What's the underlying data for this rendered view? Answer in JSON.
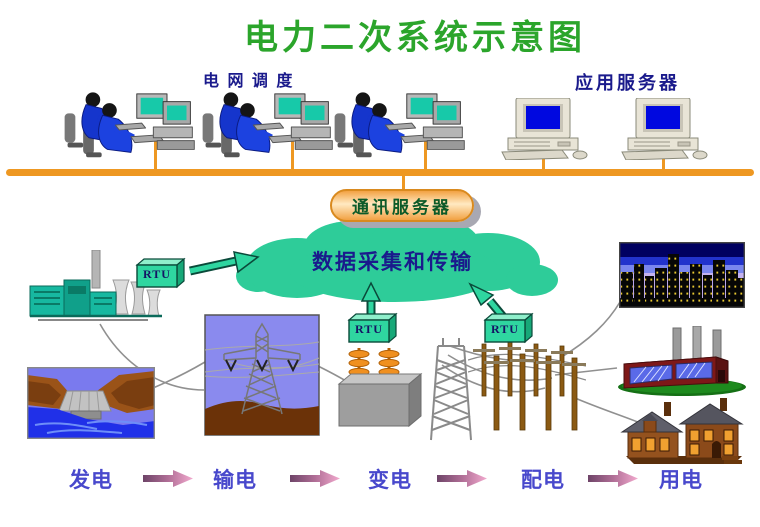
{
  "title": {
    "text": "电力二次系统示意图"
  },
  "top": {
    "dispatch_label": "电 网 调 度",
    "app_server_label": "应用服务器"
  },
  "comm_server": {
    "label": "通讯服务器"
  },
  "cloud": {
    "label": "数据采集和传输"
  },
  "rtu": {
    "label": "RTU"
  },
  "stages": [
    {
      "label": "发电"
    },
    {
      "label": "输电"
    },
    {
      "label": "变电"
    },
    {
      "label": "配电"
    },
    {
      "label": "用电"
    }
  ],
  "scene": {
    "dispatch_workstations": 3,
    "application_servers": 2,
    "generation": [
      "power-plant",
      "hydro-dam"
    ],
    "transmission": "transmission-tower",
    "substation": "transformer-substation",
    "distribution": "utility-poles",
    "consumers": [
      "city-night",
      "factory",
      "house"
    ]
  },
  "colors": {
    "title-green": "#2BA52B",
    "label-navy": "#1A1A8C",
    "bus-orange": "#EE9822",
    "cloud-teal": "#2ECC99",
    "rtu-green": "#2FD6A0",
    "stage-blue": "#4848CC",
    "arrow-pink": "#F2AACE"
  }
}
